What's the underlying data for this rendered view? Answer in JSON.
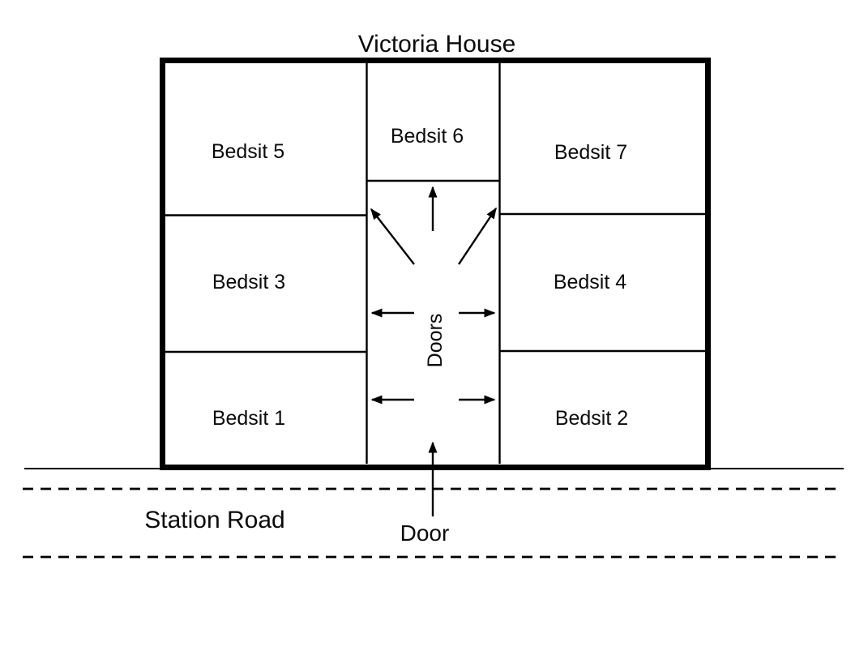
{
  "colors": {
    "background": "#ffffff",
    "line": "#000000",
    "text": "#0b0b0b"
  },
  "diagram": {
    "title": "Victoria House",
    "building": {
      "rooms": [
        {
          "id": "bedsit-5",
          "label": "Bedsit 5"
        },
        {
          "id": "bedsit-6",
          "label": "Bedsit 6"
        },
        {
          "id": "bedsit-7",
          "label": "Bedsit 7"
        },
        {
          "id": "bedsit-3",
          "label": "Bedsit 3"
        },
        {
          "id": "bedsit-4",
          "label": "Bedsit 4"
        },
        {
          "id": "bedsit-1",
          "label": "Bedsit 1"
        },
        {
          "id": "bedsit-2",
          "label": "Bedsit 2"
        }
      ],
      "corridor": {
        "label": "Doors"
      },
      "entrance": {
        "label": "Door"
      }
    },
    "road": {
      "label": "Station Road"
    }
  }
}
